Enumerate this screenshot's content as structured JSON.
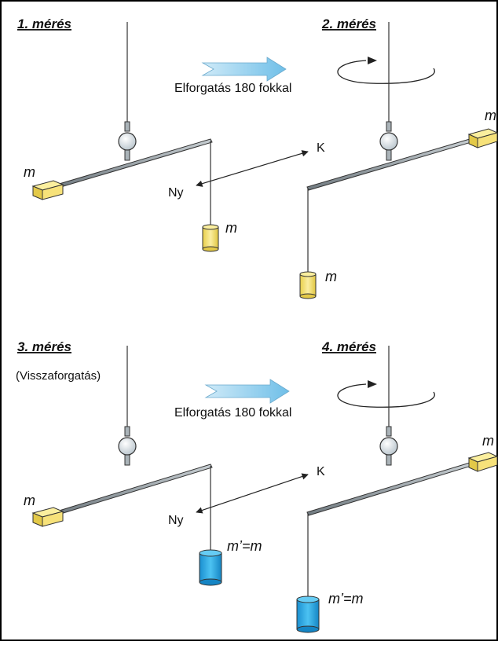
{
  "panels": [
    {
      "title": "1. mérés",
      "box_mass_label": "m",
      "hanging_mass_label": "m",
      "rotation_label": "Elforgatás 180 fokkal",
      "east_label": "K",
      "west_label": "Ny"
    },
    {
      "title": "2. mérés",
      "box_mass_label": "m",
      "hanging_mass_label": "m"
    },
    {
      "title": "3. mérés",
      "subtitle": "(Visszaforgatás)",
      "box_mass_label": "m",
      "hanging_mass_label": "m’=m",
      "rotation_label": "Elforgatás 180 fokkal",
      "east_label": "K",
      "west_label": "Ny"
    },
    {
      "title": "4. mérés",
      "box_mass_label": "m",
      "hanging_mass_label": "m’=m"
    }
  ],
  "colors": {
    "line": "#333333",
    "beam_fill": "#9aa4aa",
    "box_fill": "#f7e27a",
    "cylinder_yellow": "#f7e27a",
    "cylinder_blue": "#2aa7e0",
    "arrow_fill": "#8ecfee",
    "frame": "#000000"
  }
}
